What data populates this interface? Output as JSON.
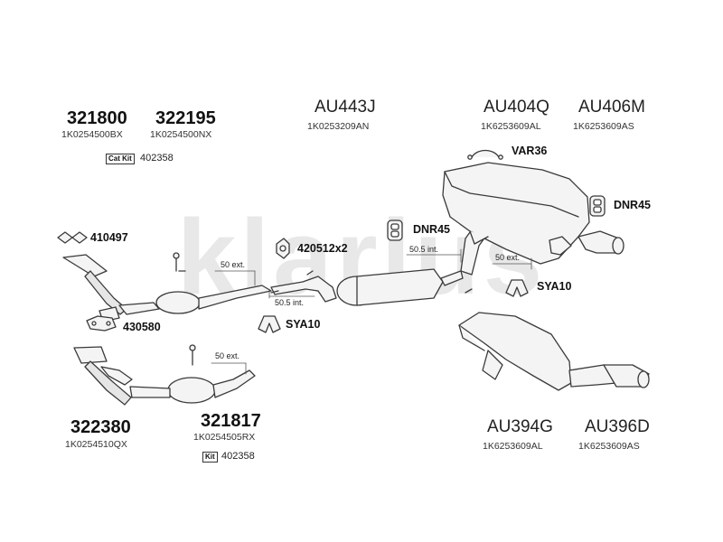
{
  "watermark": "klarius",
  "parts": {
    "p321800": {
      "number": "321800",
      "oem": "1K0254500BX"
    },
    "p322195": {
      "number": "322195",
      "oem": "1K0254500NX"
    },
    "au443j": {
      "number": "AU443J",
      "oem": "1K0253209AN"
    },
    "au404q": {
      "number": "AU404Q",
      "oem": "1K6253609AL"
    },
    "au406m": {
      "number": "AU406M",
      "oem": "1K6253609AS"
    },
    "p322380": {
      "number": "322380",
      "oem": "1K0254510QX"
    },
    "p321817": {
      "number": "321817",
      "oem": "1K0254505RX"
    },
    "au394g": {
      "number": "AU394G",
      "oem": "1K6253609AL"
    },
    "au396d": {
      "number": "AU396D",
      "oem": "1K6253609AS"
    }
  },
  "kits": {
    "upper": {
      "badge": "Cat Kit",
      "number": "402358"
    },
    "lower": {
      "badge": "Kit",
      "number": "402358"
    }
  },
  "accessories": {
    "var36": "VAR36",
    "dnr45_right": "DNR45",
    "dnr45_mid": "DNR45",
    "a410497": "410497",
    "a420512": "420512x2",
    "a430580": "430580",
    "sya10_right": "SYA10",
    "sya10_mid": "SYA10"
  },
  "measurements": {
    "ext_upper": "50 ext.",
    "int_lower": "50.5 int.",
    "int_mid": "50.5 int.",
    "ext_mid": "50 ext.",
    "ext_lower": "50 ext."
  },
  "colors": {
    "line": "#3a3a3a",
    "fill": "#f4f4f4",
    "watermark": "#e6e6e6"
  }
}
